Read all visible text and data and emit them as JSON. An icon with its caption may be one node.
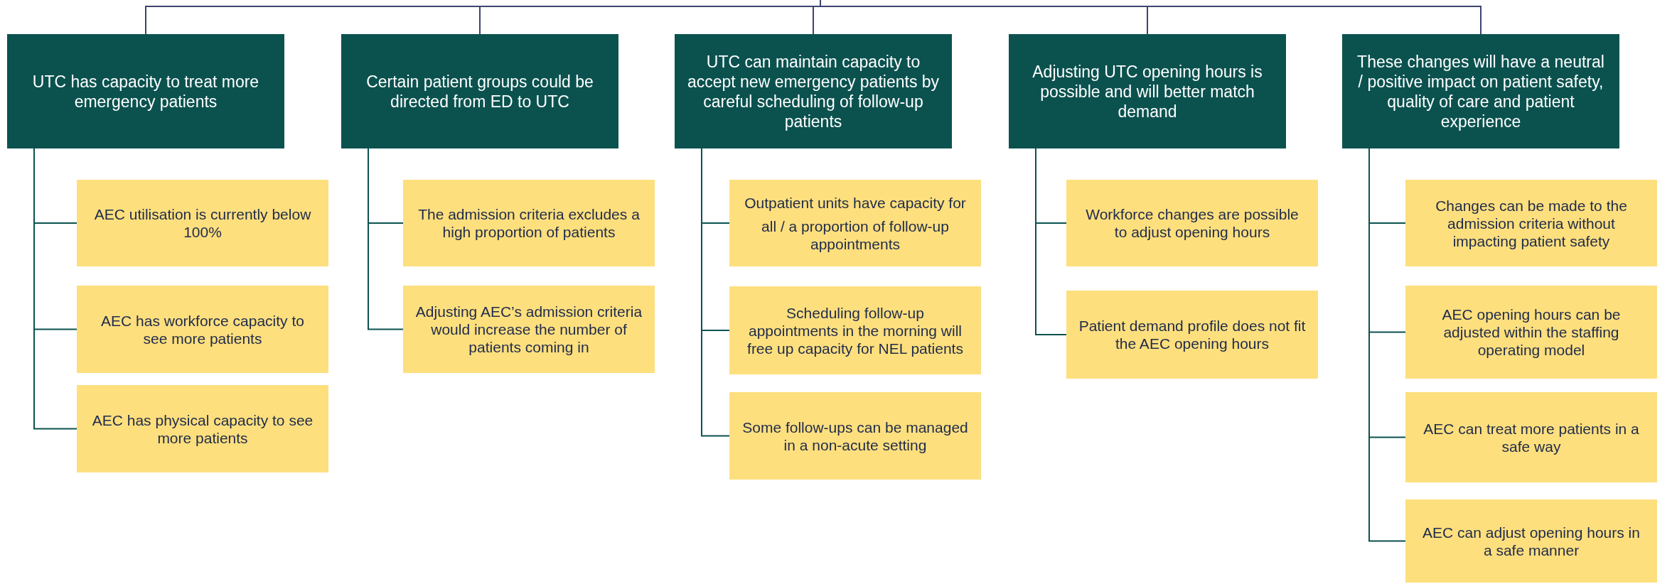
{
  "diagram": {
    "nodes": [
      {
        "text": [
          "UTC has capacity to treat more emergency patients"
        ]
      },
      {
        "text": [
          "AEC utilisation is currently below 100%"
        ]
      },
      {
        "text": [
          "AEC has workforce capacity to see more patients"
        ]
      },
      {
        "text": [
          "AEC has physical capacity to see more patients"
        ]
      },
      {
        "text": [
          "Certain patient groups could be directed from ED to UTC"
        ]
      },
      {
        "text": [
          "The admission criteria excludes a high proportion of patients"
        ]
      },
      {
        "text": [
          "Adjusting AEC’s admission criteria would increase the number of patients coming in"
        ]
      },
      {
        "text": [
          "UTC can maintain capacity to accept new emergency patients by careful scheduling of follow-up patients"
        ]
      },
      {
        "text": [
          "Outpatient units have capacity for",
          "all / a proportion of follow-up appointments"
        ]
      },
      {
        "text": [
          "Scheduling follow-up appointments in the morning will free up capacity for NEL patients"
        ]
      },
      {
        "text": [
          "Some follow-ups can be managed in a non-acute setting"
        ]
      },
      {
        "text": [
          "Adjusting UTC opening hours is possible and will better match demand"
        ]
      },
      {
        "text": [
          "Workforce changes are possible to adjust opening hours"
        ]
      },
      {
        "text": [
          "Patient demand profile does not fit the AEC opening hours"
        ]
      },
      {
        "text": [
          "These changes will have a neutral / positive impact on patient safety, quality of care and patient experience"
        ]
      },
      {
        "text": [
          "Changes can be made to the admission criteria without impacting patient safety"
        ]
      },
      {
        "text": [
          "AEC opening hours can be adjusted within the staffing operating model"
        ]
      },
      {
        "text": [
          "AEC can treat more patients in a safe way"
        ]
      },
      {
        "text": [
          "AEC can adjust opening hours in a safe manner"
        ]
      }
    ],
    "edges": [
      {
        "from": null,
        "to": 0,
        "arrow": "none",
        "color": "#3d4470"
      },
      {
        "from": null,
        "to": 4,
        "arrow": "none",
        "color": "#3d4470"
      },
      {
        "from": null,
        "to": 7,
        "arrow": "none",
        "color": "#3d4470"
      },
      {
        "from": null,
        "to": 11,
        "arrow": "none",
        "color": "#3d4470"
      },
      {
        "from": null,
        "to": 14,
        "arrow": "none",
        "color": "#3d4470"
      },
      {
        "from": 0,
        "to": 1,
        "arrow": "none"
      },
      {
        "from": 0,
        "to": 2,
        "arrow": "none"
      },
      {
        "from": 0,
        "to": 3,
        "arrow": "none"
      },
      {
        "from": 4,
        "to": 5,
        "arrow": "none"
      },
      {
        "from": 4,
        "to": 6,
        "arrow": "none"
      },
      {
        "from": 7,
        "to": 8,
        "arrow": "none"
      },
      {
        "from": 7,
        "to": 9,
        "arrow": "none"
      },
      {
        "from": 7,
        "to": 10,
        "arrow": "none"
      },
      {
        "from": 11,
        "to": 12,
        "arrow": "none"
      },
      {
        "from": 11,
        "to": 13,
        "arrow": "none"
      },
      {
        "from": 14,
        "to": 15,
        "arrow": "none"
      },
      {
        "from": 14,
        "to": 16,
        "arrow": "none"
      },
      {
        "from": 14,
        "to": 17,
        "arrow": "none"
      },
      {
        "from": 14,
        "to": 18,
        "arrow": "none"
      }
    ]
  }
}
